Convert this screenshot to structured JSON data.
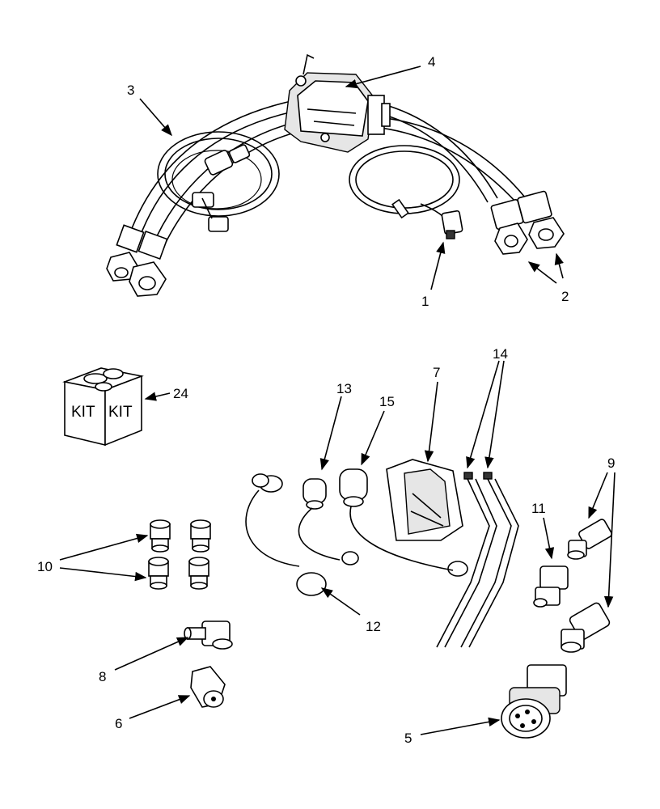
{
  "callouts": {
    "c1": "1",
    "c2": "2",
    "c3": "3",
    "c4": "4",
    "c5": "5",
    "c6": "6",
    "c7": "7",
    "c8": "8",
    "c9": "9",
    "c10": "10",
    "c11": "11",
    "c12": "12",
    "c13": "13",
    "c14": "14",
    "c15": "15",
    "c24": "24"
  },
  "kit_box": {
    "left_label": "KIT",
    "right_label": "KIT"
  }
}
